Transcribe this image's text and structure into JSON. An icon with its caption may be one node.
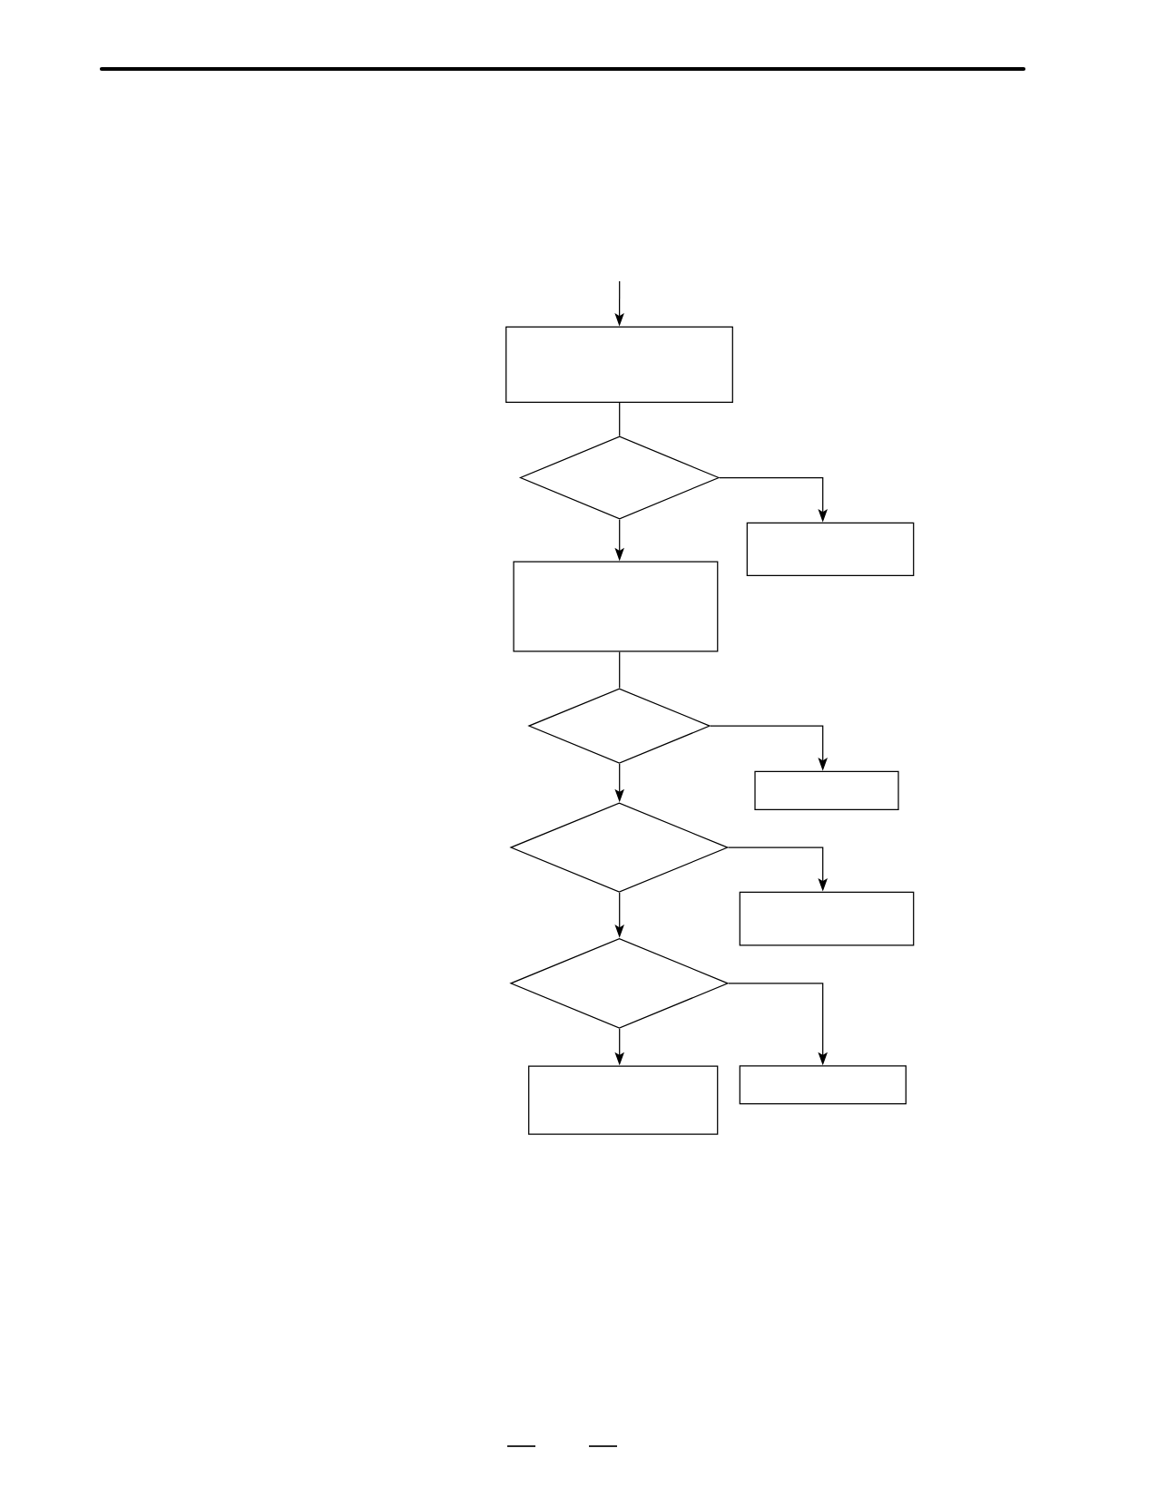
{
  "diagram": {
    "nodes": [
      {
        "text": [],
        "shape": "box"
      },
      {
        "text": [],
        "shape": "diamond"
      },
      {
        "text": [],
        "shape": "box"
      },
      {
        "text": [],
        "shape": "box"
      },
      {
        "text": [],
        "shape": "diamond"
      },
      {
        "text": [],
        "shape": "box"
      },
      {
        "text": [],
        "shape": "diamond"
      },
      {
        "text": [],
        "shape": "box"
      },
      {
        "text": [],
        "shape": "diamond"
      },
      {
        "text": [],
        "shape": "box"
      },
      {
        "text": [],
        "shape": "box"
      }
    ],
    "edges": [
      {
        "from": null,
        "to": 0,
        "arrow": "to"
      },
      {
        "from": 0,
        "to": 1,
        "arrow": "none"
      },
      {
        "from": 1,
        "to": 2,
        "arrow": "to"
      },
      {
        "from": 1,
        "to": 3,
        "arrow": "to"
      },
      {
        "from": 3,
        "to": 4,
        "arrow": "none"
      },
      {
        "from": 4,
        "to": 5,
        "arrow": "to"
      },
      {
        "from": 4,
        "to": 6,
        "arrow": "to"
      },
      {
        "from": 6,
        "to": 7,
        "arrow": "to"
      },
      {
        "from": 6,
        "to": 8,
        "arrow": "to"
      },
      {
        "from": 8,
        "to": 9,
        "arrow": "to"
      },
      {
        "from": 8,
        "to": 10,
        "arrow": "to"
      }
    ]
  }
}
